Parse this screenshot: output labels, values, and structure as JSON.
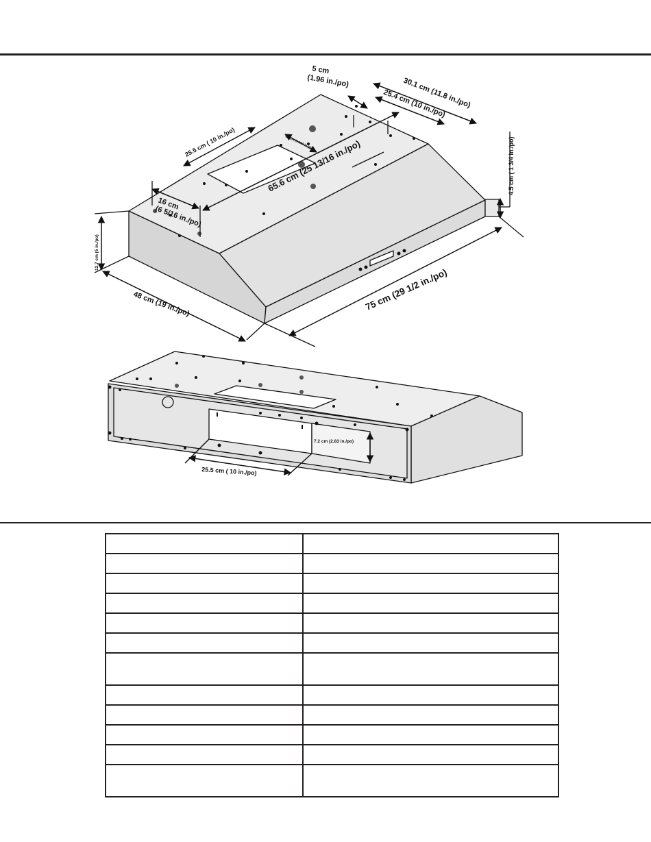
{
  "dimensions": {
    "d_5cm": "5 cm",
    "d_5cm_in": "(1.96 in./po)",
    "d_301": "30.1 cm (11.8 in./po)",
    "d_254": "25.4 cm (10 in./po)",
    "d_255_top": "25.5 cm  ( 10 in./po)",
    "d_small": "9.3 cm (3 1/16 in./po)",
    "d_656": "65.6 cm   (25 13/16 in./po)",
    "d_45": "4.5 cm  ( 1 3/4 in./po)",
    "d_16": "16 cm",
    "d_16_in": "(6 5/16 in./po)",
    "d_127": "12.7 cm   (5 in./po)",
    "d_48": "48 cm   (19 in./po)",
    "d_75": "75 cm   (29 1/2 in./po)",
    "d_72": "7.2 cm   (2.83 in./po)",
    "d_255_bottom": "25.5 cm   ( 10 in./po)"
  },
  "table": {
    "rows": [
      [
        "",
        ""
      ],
      [
        "",
        ""
      ],
      [
        "",
        ""
      ],
      [
        "",
        ""
      ],
      [
        "",
        ""
      ],
      [
        "",
        ""
      ],
      [
        "",
        ""
      ],
      [
        "",
        ""
      ],
      [
        "",
        ""
      ],
      [
        "",
        ""
      ],
      [
        "",
        ""
      ],
      [
        "",
        ""
      ]
    ]
  }
}
